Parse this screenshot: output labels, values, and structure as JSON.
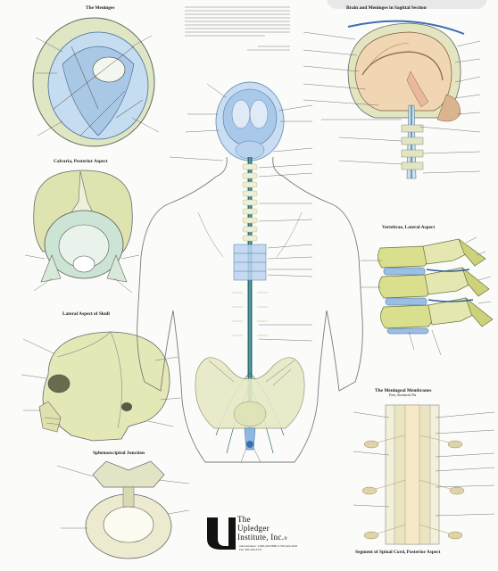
{
  "panels": {
    "meninges": "The Meninges",
    "calvaria": "Calvaria, Posterior Aspect",
    "skull": "Lateral Aspect of Skull",
    "spheno": "Sphenooccipital Junction",
    "brain": "Brain and Meninges in Sagittal Section",
    "vertebrae": "Vertebrae, Lateral Aspect",
    "membranes": "The Meningeal Membranes",
    "membranes_sub": "Pons, Arachnoid, Pia",
    "segment": "Segment of Spinal Cord, Posterior Aspect"
  },
  "logo": {
    "name_line1": "The",
    "name_line2": "Upledger",
    "name_line3": "Institute, Inc.",
    "mark": "®",
    "admin": "Administration: 1-800-233-5880 or 561-622-4334",
    "fax": "Fax: 561-622-4771"
  },
  "colors": {
    "bone": "#e8e6c8",
    "bone_shade": "#c9cf8e",
    "dura_blue": "#9fc5e8",
    "cord": "#2f6f73",
    "outline": "#666666"
  }
}
